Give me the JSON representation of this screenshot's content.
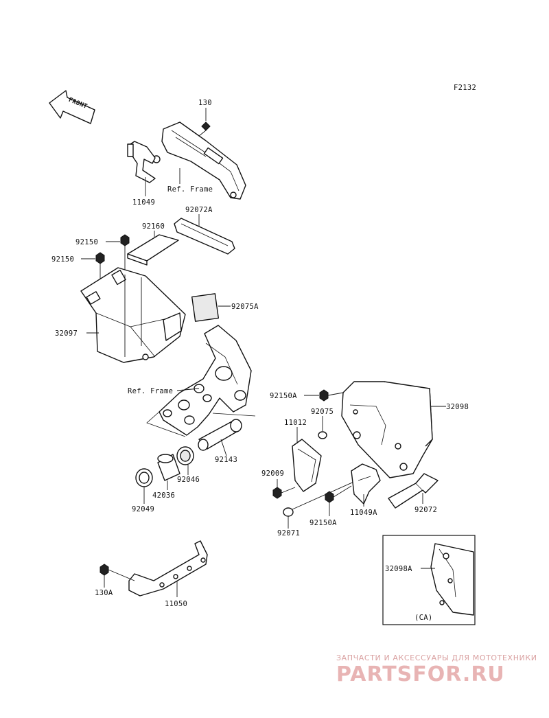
{
  "diagram_code": "F2132",
  "front_label": "FRONT",
  "callouts": {
    "p130": "130",
    "p11049": "11049",
    "ref_frame_top": "Ref. Frame",
    "p92072A": "92072A",
    "p92160": "92160",
    "p92150_a": "92150",
    "p92150_b": "92150",
    "p92075A": "92075A",
    "p32097": "32097",
    "ref_frame_mid": "Ref. Frame",
    "p92150A_top": "92150A",
    "p92075": "92075",
    "p11012": "11012",
    "p32098": "32098",
    "p92143": "92143",
    "p92046": "92046",
    "p42036": "42036",
    "p92049": "92049",
    "p92009": "92009",
    "p92150A_bot": "92150A",
    "p11049A": "11049A",
    "p92072": "92072",
    "p92071": "92071",
    "p130A": "130A",
    "p11050": "11050"
  },
  "inset": {
    "part": "32098A",
    "caption": "(CA)"
  },
  "watermark": {
    "line1": "ЗАПЧАСТИ И АКСЕССУАРЫ ДЛЯ МОТОТЕХНИКИ",
    "line2": "PARTSFOR.RU",
    "color": "#e8b4b4"
  }
}
